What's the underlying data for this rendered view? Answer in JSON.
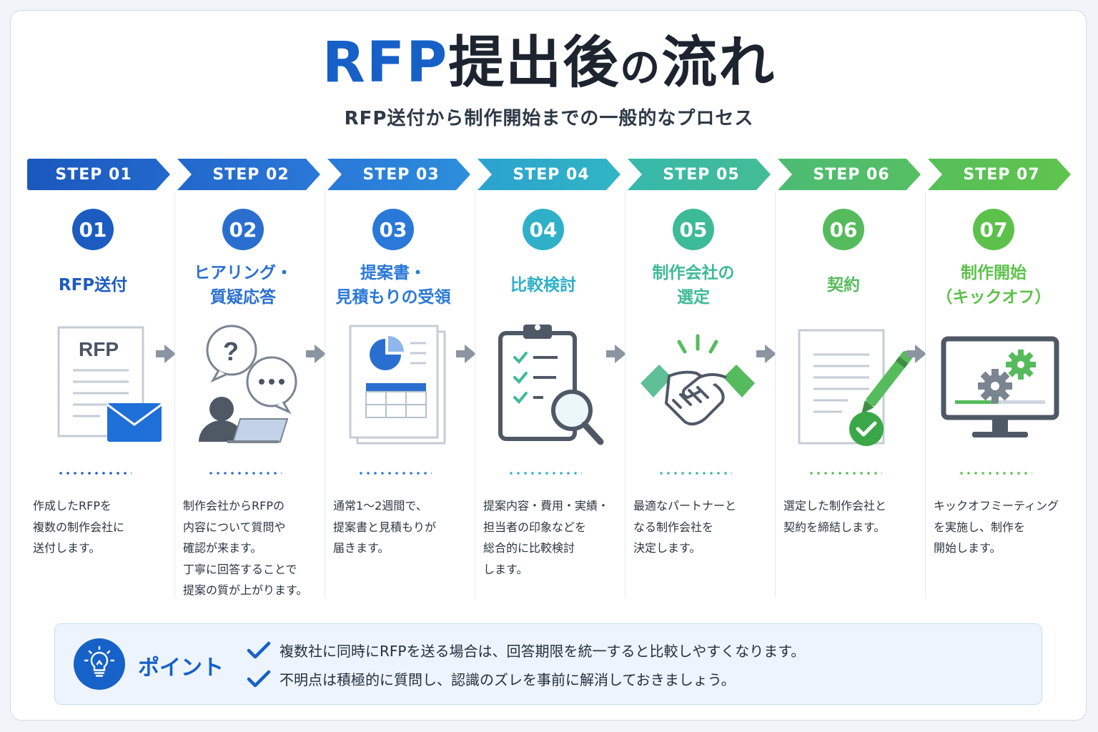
{
  "title": {
    "main": "RFP",
    "rest": "提出後",
    "particle": "の",
    "end": "流れ"
  },
  "subtitle": "RFP送付から制作開始までの一般的なプロセス",
  "colors": {
    "blue_dark": "#1c5cc1",
    "blue": "#2a78d8",
    "teal": "#2fb0c8",
    "teal_green": "#3dba97",
    "green": "#56bb5c",
    "green_bright": "#5cc14b"
  },
  "steps": [
    {
      "step": "STEP 01",
      "num": "01",
      "name": "RFP送付",
      "icon": "rfp-document-mail-icon",
      "color": "#1c5cc1",
      "desc": "作成したRFPを\n複数の制作会社に\n送付します。"
    },
    {
      "step": "STEP 02",
      "num": "02",
      "name": "ヒアリング・\n質疑応答",
      "icon": "question-chat-person-icon",
      "color": "#2a6fd0",
      "desc": "制作会社からRFPの\n内容について質問や\n確認が来ます。\n丁寧に回答することで\n提案の質が上がります。"
    },
    {
      "step": "STEP 03",
      "num": "03",
      "name": "提案書・\n見積もりの受領",
      "icon": "proposal-chart-document-icon",
      "color": "#2a78d8",
      "desc": "通常1～2週間で、\n提案書と見積もりが\n届きます。"
    },
    {
      "step": "STEP 04",
      "num": "04",
      "name": "比較検討",
      "icon": "clipboard-magnifier-icon",
      "color": "#2fb0c8",
      "desc": "提案内容・費用・実績・\n担当者の印象などを\n総合的に比較検討\nします。"
    },
    {
      "step": "STEP 05",
      "num": "05",
      "name": "制作会社の\n選定",
      "icon": "handshake-icon",
      "color": "#3dba97",
      "desc": "最適なパートナーと\nなる制作会社を\n決定します。"
    },
    {
      "step": "STEP 06",
      "num": "06",
      "name": "契約",
      "icon": "contract-pen-check-icon",
      "color": "#56bb5c",
      "desc": "選定した制作会社と\n契約を締結します。"
    },
    {
      "step": "STEP 07",
      "num": "07",
      "name": "制作開始\n（キックオフ）",
      "icon": "monitor-gears-icon",
      "color": "#5cc14b",
      "desc": "キックオフミーティング\nを実施し、制作を\n開始します。"
    }
  ],
  "point": {
    "label": "ポイント",
    "icon": "lightbulb-icon",
    "items": [
      "複数社に同時にRFPを送る場合は、回答期限を統一すると比較しやすくなります。",
      "不明点は積極的に質問し、認識のズレを事前に解消しておきましょう。"
    ]
  }
}
